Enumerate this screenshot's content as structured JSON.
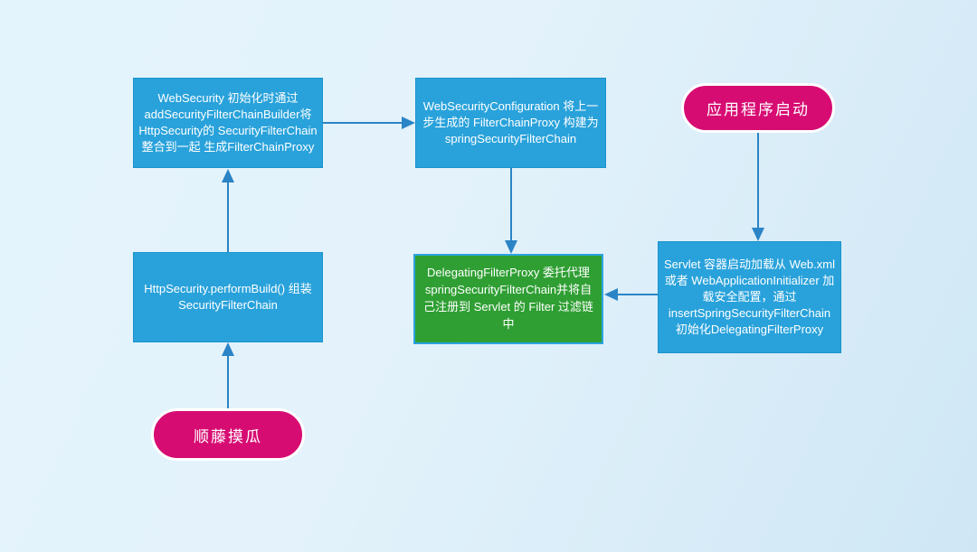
{
  "colors": {
    "background_light": "#e4f4fc",
    "background_dark": "#cfe7f5",
    "node_blue": "#29a2db",
    "node_green": "#2f9f33",
    "node_pink": "#d70c72",
    "arrow_blue": "#2b84c6",
    "text": "#ffffff"
  },
  "nodes": {
    "websecurity_init": {
      "label": "WebSecurity 初始化时通过 addSecurityFilterChainBuilder将 HttpSecurity的 SecurityFilterChain 整合到一起 生成FilterChainProxy",
      "shape": "rectangle",
      "color": "blue"
    },
    "websecurity_config": {
      "label": "WebSecurityConfiguration 将上一步生成的 FilterChainProxy 构建为springSecurityFilterChain",
      "shape": "rectangle",
      "color": "blue"
    },
    "app_start": {
      "label": "应用程序启动",
      "shape": "stadium",
      "color": "pink"
    },
    "http_security": {
      "label": "HttpSecurity.performBuild() 组装SecurityFilterChain",
      "shape": "rectangle",
      "color": "blue"
    },
    "delegating_proxy": {
      "label": "DelegatingFilterProxy 委托代理 springSecurityFilterChain并将自己注册到 Servlet 的 Filter 过滤链中",
      "shape": "rectangle",
      "color": "green"
    },
    "servlet_container": {
      "label": "Servlet 容器启动加载从 Web.xml 或者 WebApplicationInitializer 加载安全配置，通过 insertSpringSecurityFilterChain 初始化DelegatingFilterProxy",
      "shape": "rectangle",
      "color": "blue"
    },
    "start_explore": {
      "label": "顺藤摸瓜",
      "shape": "stadium",
      "color": "pink"
    }
  },
  "edges": [
    {
      "from": "websecurity_init",
      "to": "websecurity_config",
      "direction": "right"
    },
    {
      "from": "websecurity_config",
      "to": "delegating_proxy",
      "direction": "down"
    },
    {
      "from": "app_start",
      "to": "servlet_container",
      "direction": "down"
    },
    {
      "from": "servlet_container",
      "to": "delegating_proxy",
      "direction": "left"
    },
    {
      "from": "http_security",
      "to": "websecurity_init",
      "direction": "up"
    },
    {
      "from": "start_explore",
      "to": "http_security",
      "direction": "up"
    }
  ]
}
